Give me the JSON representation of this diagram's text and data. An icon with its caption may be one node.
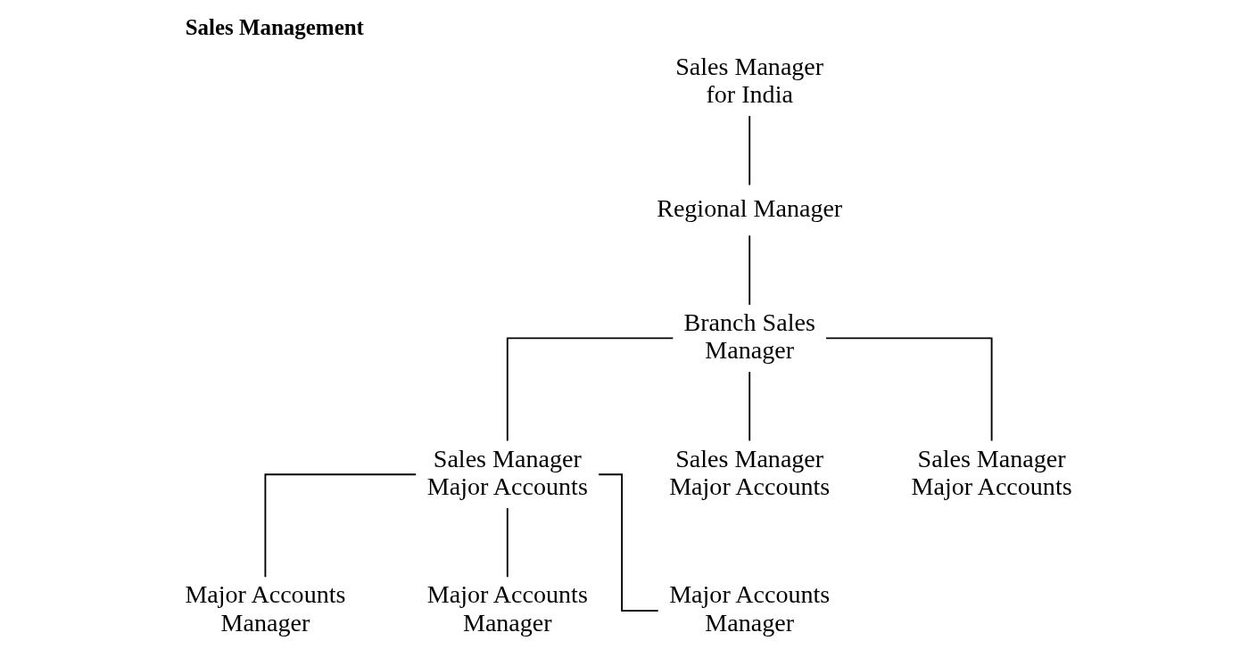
{
  "diagram": {
    "title": "Sales Management",
    "nodes": [
      {
        "text": [
          "Sales Manager for India"
        ]
      },
      {
        "text": [
          "Regional Manager"
        ]
      },
      {
        "text": [
          "Branch Sales Manager"
        ]
      },
      {
        "text": [
          "Sales Manager Major Accounts"
        ]
      },
      {
        "text": [
          "Sales Manager Major Accounts"
        ]
      },
      {
        "text": [
          "Sales Manager Major Accounts"
        ]
      },
      {
        "text": [
          "Major Accounts Manager"
        ]
      },
      {
        "text": [
          "Major Accounts Manager"
        ]
      },
      {
        "text": [
          "Major Accounts Manager"
        ]
      }
    ],
    "edges": [
      {
        "from": 0,
        "to": 1,
        "arrow": "none"
      },
      {
        "from": 1,
        "to": 2,
        "arrow": "none"
      },
      {
        "from": 2,
        "to": 3,
        "arrow": "none"
      },
      {
        "from": 2,
        "to": 4,
        "arrow": "none"
      },
      {
        "from": 2,
        "to": 5,
        "arrow": "none"
      },
      {
        "from": 3,
        "to": 6,
        "arrow": "none"
      },
      {
        "from": 3,
        "to": 7,
        "arrow": "none"
      },
      {
        "from": 3,
        "to": 8,
        "arrow": "none"
      }
    ]
  }
}
